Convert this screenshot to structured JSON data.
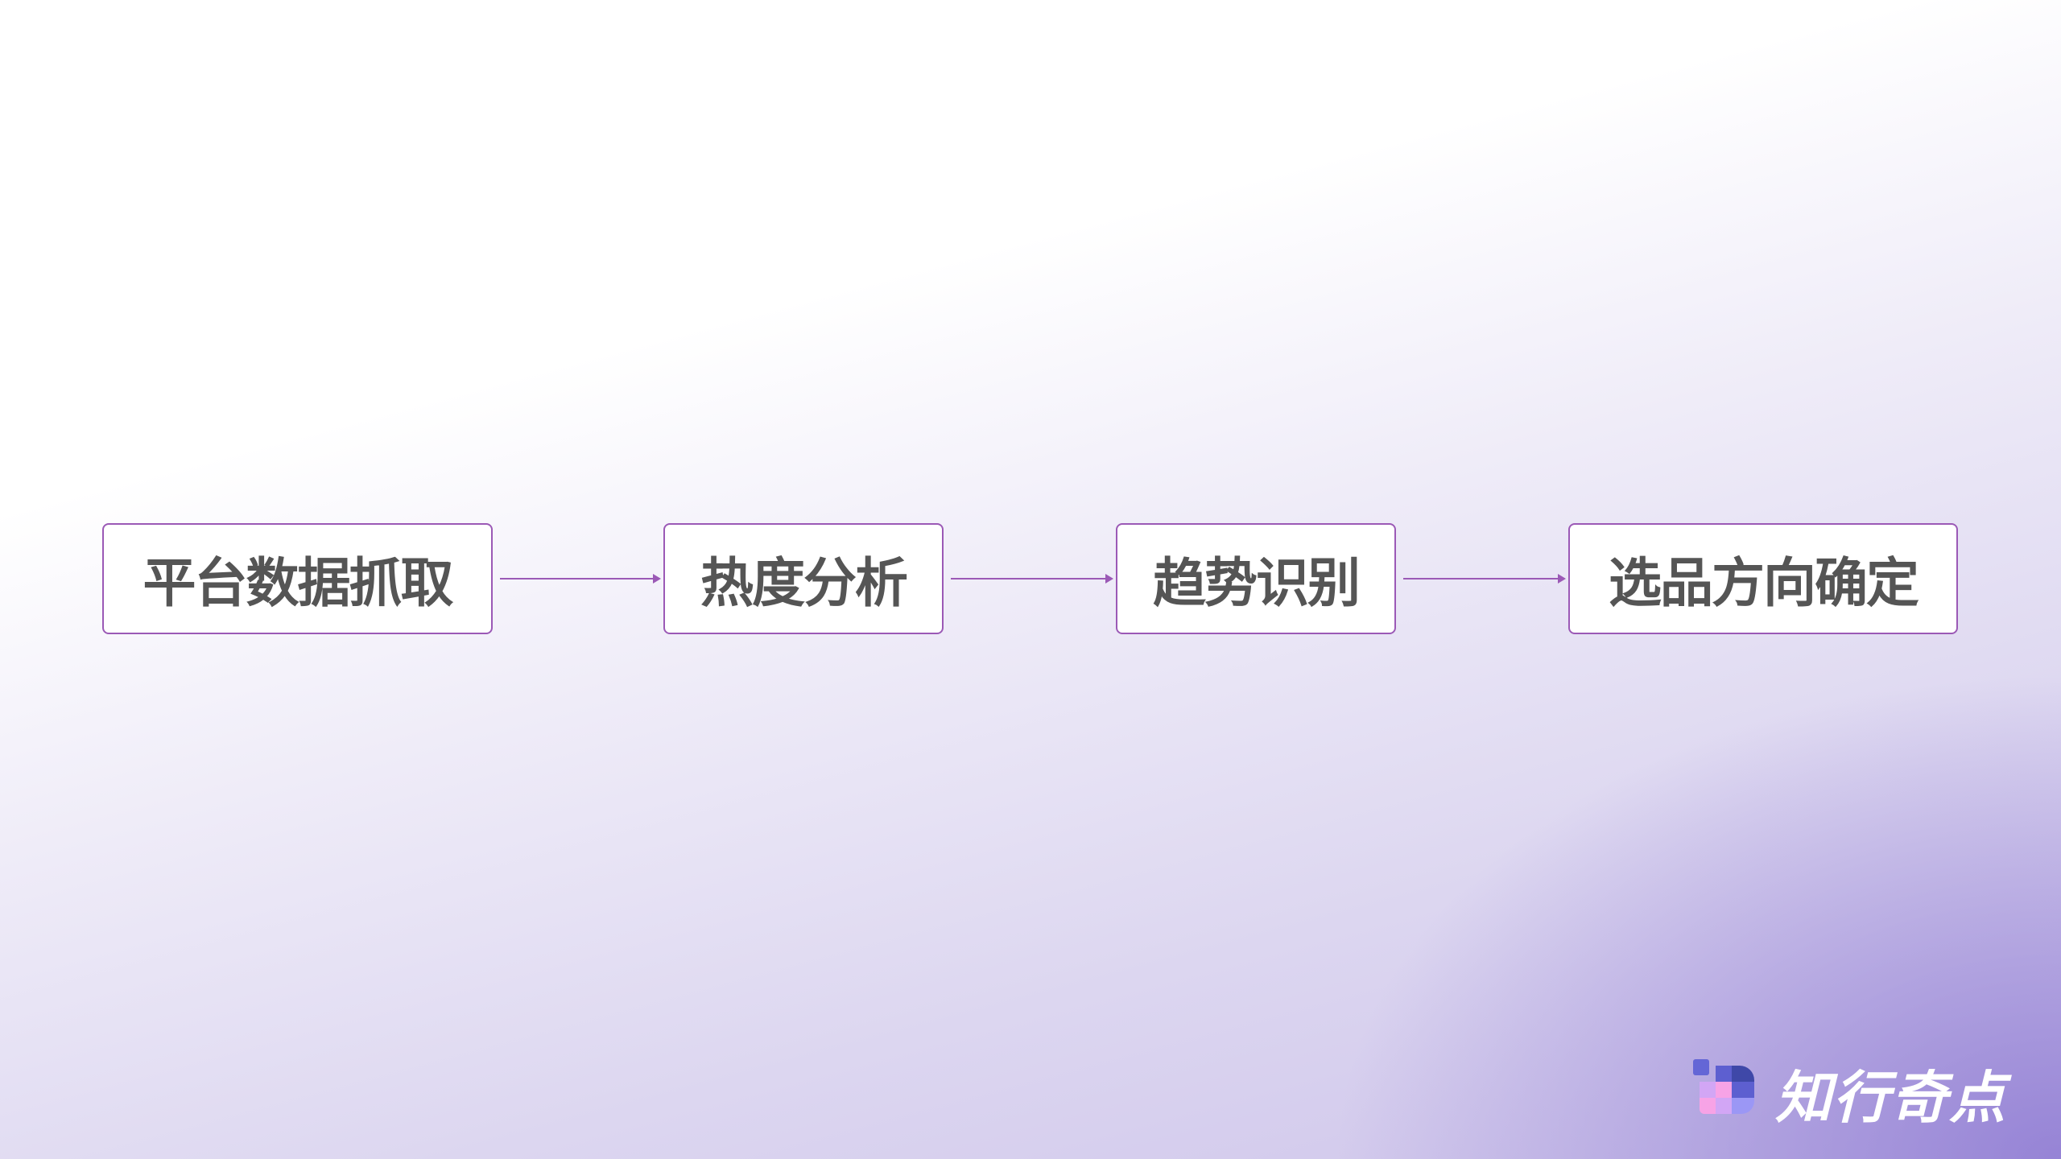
{
  "steps": [
    "平台数据抓取",
    "热度分析",
    "趋势识别",
    "选品方向确定"
  ],
  "brand": {
    "name": "知行奇点"
  },
  "colors": {
    "border": "#9b59b6",
    "text": "#555555"
  }
}
